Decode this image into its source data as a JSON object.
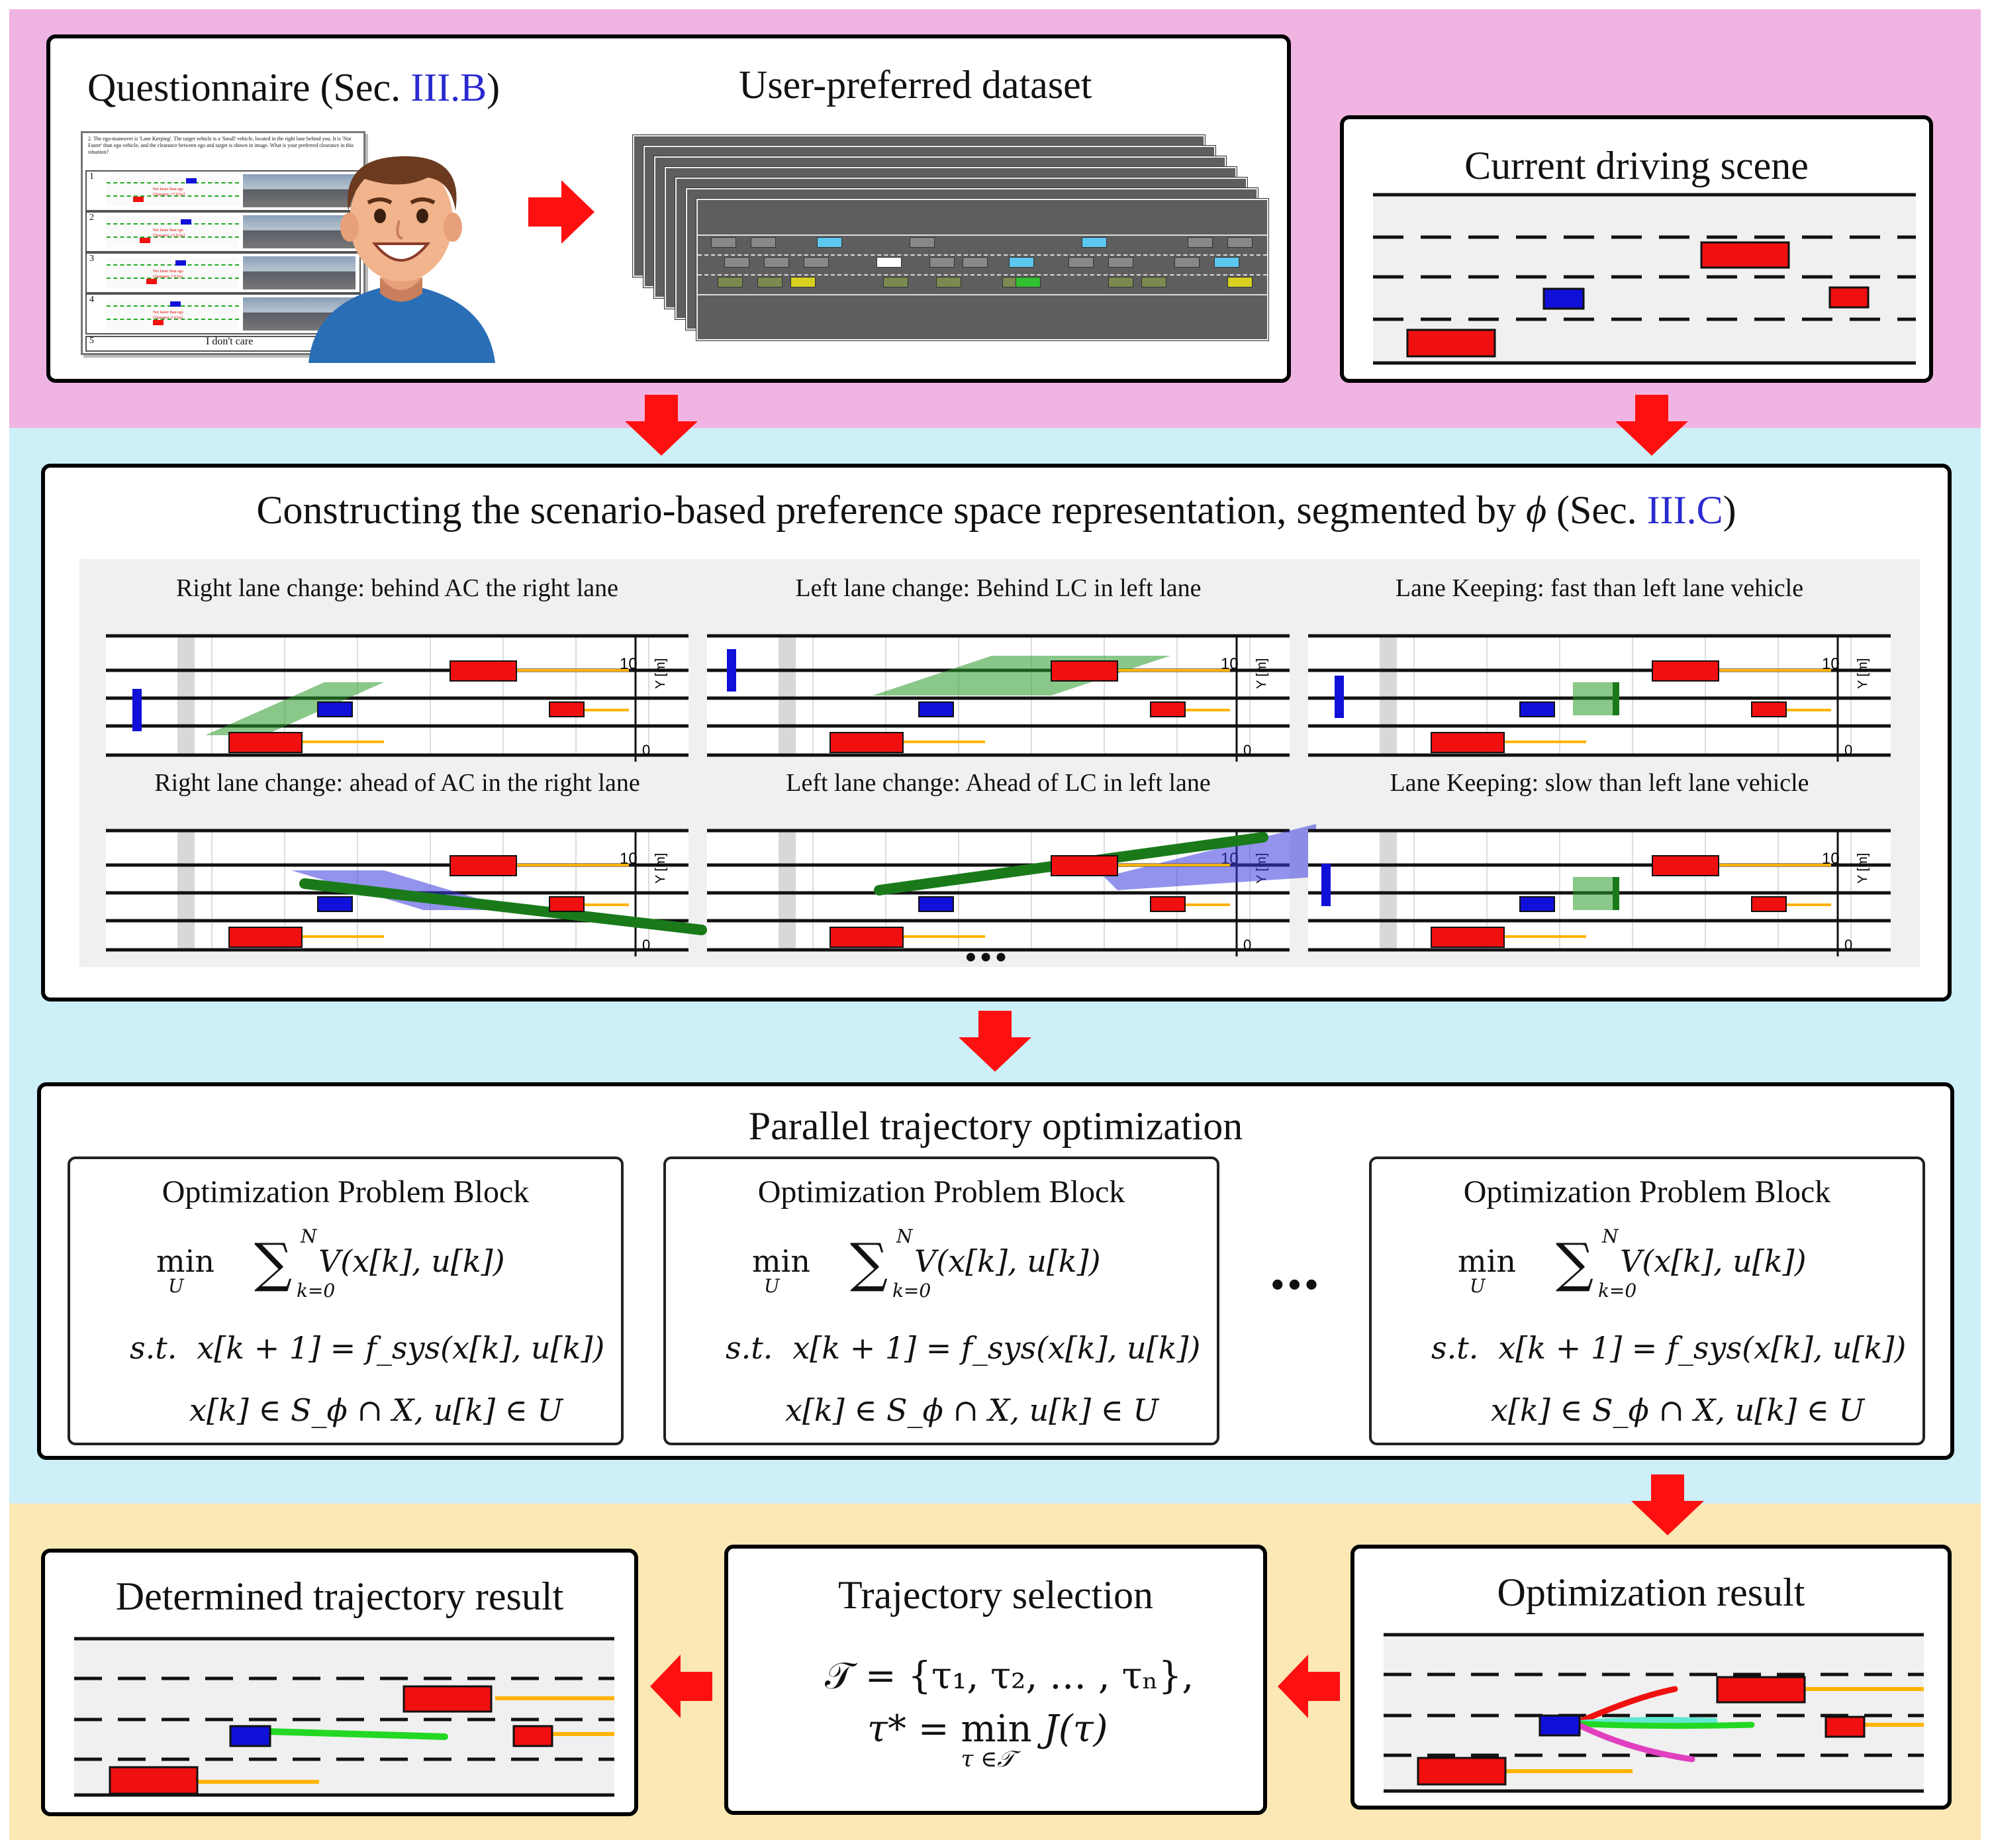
{
  "top": {
    "questionnaire": {
      "title_prefix": "Questionnaire (Sec. ",
      "title_ref": "III.B",
      "title_suffix": ")",
      "form_header": "2. The ego-maneuver is 'Lane Keeping'. The target vehicle is a 'Small' vehicle, located in the right lane behind you. It is 'Not Faster' than ego vehicle, and the clearance between ego and target is shown in image. What is your preferred clearance in this situation?",
      "options": [
        "1",
        "2",
        "3",
        "4",
        "5"
      ],
      "option_note": "Not faster than ego",
      "clearances": [
        "Clearance: 17.0 [m]",
        "Clearance: 12.0 [m]",
        "Clearance: 7.0 [m]",
        "Clearance: 2.0 [m]"
      ],
      "last_option": "I don't care"
    },
    "dataset_title": "User-preferred dataset",
    "current_scene_title": "Current driving scene"
  },
  "middle": {
    "space_title_prefix": "Constructing the scenario-based preference space representation, segmented by ",
    "space_title_symbol": "ϕ",
    "space_title_mid": " (Sec. ",
    "space_title_ref": "III.C",
    "space_title_suffix": ")",
    "panels": [
      {
        "title": "Right lane change:  behind AC the right lane"
      },
      {
        "title": "Left lane change:  Behind LC in left lane"
      },
      {
        "title": "Lane Keeping:  fast than left lane vehicle"
      },
      {
        "title": "Right lane change:  ahead of AC in the right lane"
      },
      {
        "title": "Left lane change:  Ahead of LC in left lane"
      },
      {
        "title": "Lane Keeping:  slow than left lane vehicle"
      }
    ],
    "axis_tick_top": "10",
    "axis_tick_bottom": "0",
    "axis_label": "Y [m]",
    "ellipsis": "•••",
    "parallel_title": "Parallel trajectory optimization",
    "block_title": "Optimization Problem Block",
    "block_ellipsis": "•••",
    "formula": {
      "min": "min",
      "min_sub": "U",
      "sum_sup": "N",
      "sum_sub": "k=0",
      "objective": "V(x[k], u[k])",
      "st": "s.t.",
      "dynamics": "x[k + 1] = f_sys(x[k], u[k])",
      "constraints": "x[k] ∈ S_ϕ ∩ X, u[k] ∈ U"
    }
  },
  "bottom": {
    "determined_title": "Determined trajectory result",
    "selection_title": "Trajectory selection",
    "selection_eq1": "𝒯 = {τ₁, τ₂, … , τₙ},",
    "selection_eq2_lhs": "τ* = ",
    "selection_eq2_min": "min",
    "selection_eq2_sub": "τ ∈𝒯",
    "selection_eq2_rhs": "J(τ)",
    "optimization_result_title": "Optimization result"
  },
  "colors": {
    "band_top": "#f0b4e2",
    "band_middle": "#cdf0f8",
    "band_bottom": "#fbe8b4",
    "arrow": "#ff1010",
    "ego_vehicle": "#1010d8",
    "other_vehicle": "#f01010",
    "preferred_path": "#22d822",
    "candidate_red": "#f01010",
    "candidate_cyan": "#60e8d0",
    "candidate_magenta": "#e040c0",
    "orange_line": "#ffb400"
  }
}
